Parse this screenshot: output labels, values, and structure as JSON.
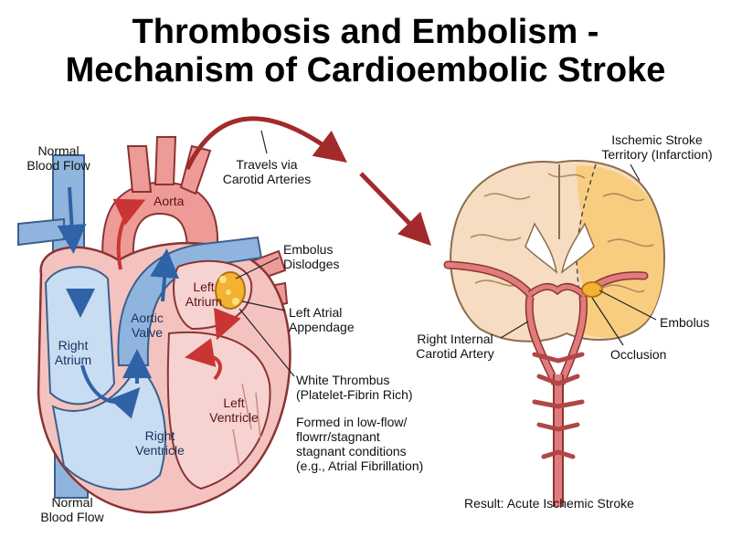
{
  "title": {
    "line1": "Thrombosis and Embolism -",
    "line2": "Mechanism of Cardioembolic Stroke"
  },
  "labels": {
    "normal_blood_flow_top": [
      "Normal",
      "Blood Flow"
    ],
    "normal_blood_flow_bottom": [
      "Normal",
      "Blood Flow"
    ],
    "aorta": "Aorta",
    "travels_via": [
      "Travels via",
      "Carotid Arteries"
    ],
    "ischemic_territory": [
      "Ischemic Stroke",
      "Territory (Infarction)"
    ],
    "embolus_dislodges": [
      "Embolus",
      "Dislodges"
    ],
    "left_atrium": [
      "Left",
      "Atrium"
    ],
    "left_atrial_appendage": [
      "Left Atrial",
      "Appendage"
    ],
    "aortic_valve": [
      "Aortic",
      "Valve"
    ],
    "right_atrium": [
      "Right",
      "Atrium"
    ],
    "right_internal_carotid": [
      "Right Internal",
      "Carotid Artery"
    ],
    "embolus": "Embolus",
    "occlusion": "Occlusion",
    "white_thrombus": [
      "White Thrombus",
      "(Platelet-Fibrin Rich)"
    ],
    "left_ventricle": [
      "Left",
      "Ventricle"
    ],
    "formed_in": [
      "Formed in low-flow/",
      "flowrr/stagnant",
      "stagnant conditions",
      "(e.g., Atrial Fibrillation)"
    ],
    "right_ventricle": [
      "Right",
      "Ventricle"
    ],
    "result": "Result: Acute Ischemic Stroke"
  },
  "colors": {
    "vessel_blue": "#6f9fd0",
    "vessel_red": "#e07c7c",
    "heart_pink": "#f4c3c0",
    "brain_tan": "#f6dcc0",
    "infarct": "#f8cd80",
    "thrombus": "#f3b234",
    "arrow_red": "#c93535",
    "arrow_blue": "#2f62a6"
  }
}
